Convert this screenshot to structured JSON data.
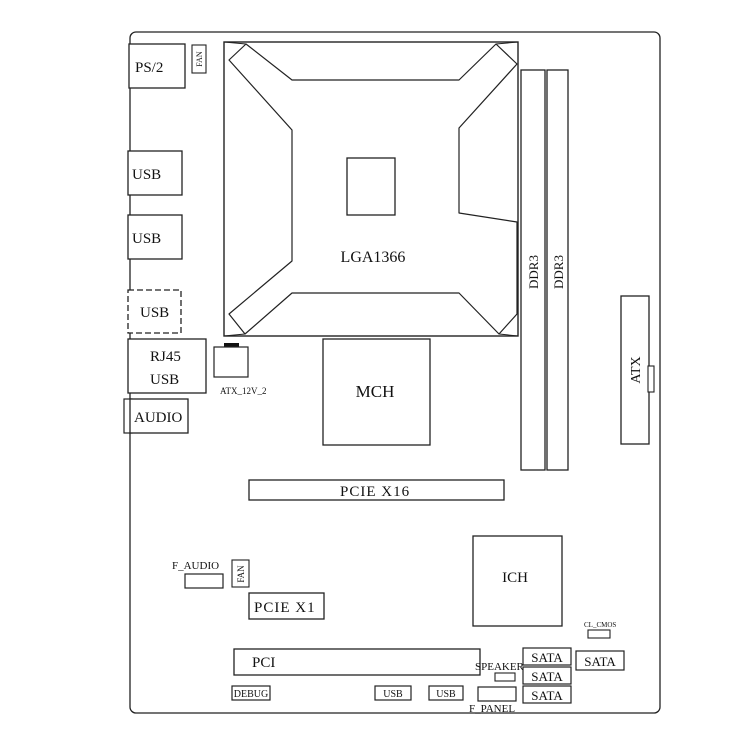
{
  "diagram": {
    "line_color": "#222222",
    "background": "#ffffff",
    "rear_io": {
      "ps2": "PS/2",
      "ps2_fan": "FAN",
      "usb_1": "USB",
      "usb_2": "USB",
      "usb_3": "USB",
      "rj45": "RJ45",
      "rj45_usb": "USB",
      "audio": "AUDIO"
    },
    "cpu": {
      "socket": "LGA1366",
      "power": "ATX_12V_2"
    },
    "memory": {
      "dimm_1": "DDR3",
      "dimm_2": "DDR3"
    },
    "power": {
      "atx": "ATX"
    },
    "chipset": {
      "north": "MCH",
      "south": "ICH"
    },
    "slots": {
      "pcie_x16": "PCIE X16",
      "pcie_x1": "PCIE X1",
      "pci": "PCI"
    },
    "headers": {
      "f_audio": "F_AUDIO",
      "fan": "FAN",
      "cl_cmos": "CL_CMOS",
      "speaker": "SPEAKER",
      "f_panel": "F_PANEL",
      "debug": "DEBUG",
      "usb_a": "USB",
      "usb_b": "USB"
    },
    "sata": {
      "port_1": "SATA",
      "port_2": "SATA",
      "port_3": "SATA",
      "port_4": "SATA"
    }
  }
}
